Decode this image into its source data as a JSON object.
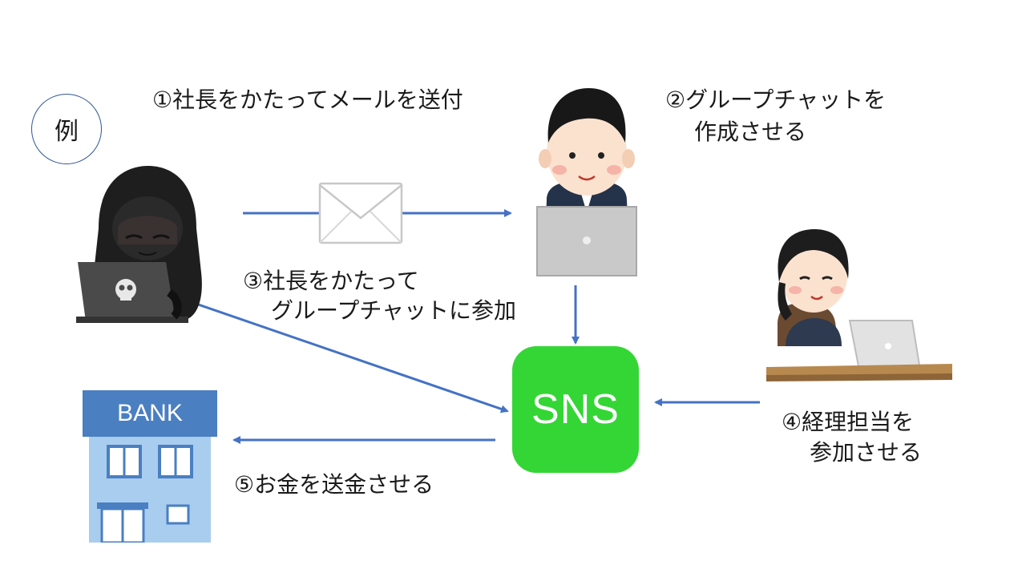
{
  "badge": "例",
  "steps": {
    "step1": "①社長をかたってメールを送付",
    "step2_line1": "②グループチャットを",
    "step2_line2": "作成させる",
    "step3_line1": "③社長をかたって",
    "step3_line2": "グループチャットに参加",
    "step4_line1": "④経理担当を",
    "step4_line2": "参加させる",
    "step5": "⑤お金を送金させる"
  },
  "sns_label": "SNS",
  "bank_label": "BANK",
  "colors": {
    "arrow": "#4472c4",
    "sns_bg": "#34d635",
    "bank_sign": "#4a7fc1",
    "bank_body": "#a9cdef",
    "badge_border": "#2f5597"
  },
  "icons": [
    "hacker-icon",
    "envelope-icon",
    "businessman-icon",
    "accountant-icon",
    "bank-icon"
  ]
}
